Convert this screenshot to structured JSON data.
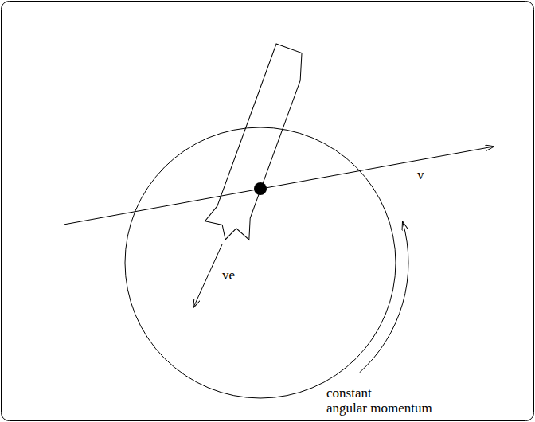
{
  "diagram": {
    "labels": [
      "v",
      "ve",
      "constant angular momentum"
    ]
  }
}
